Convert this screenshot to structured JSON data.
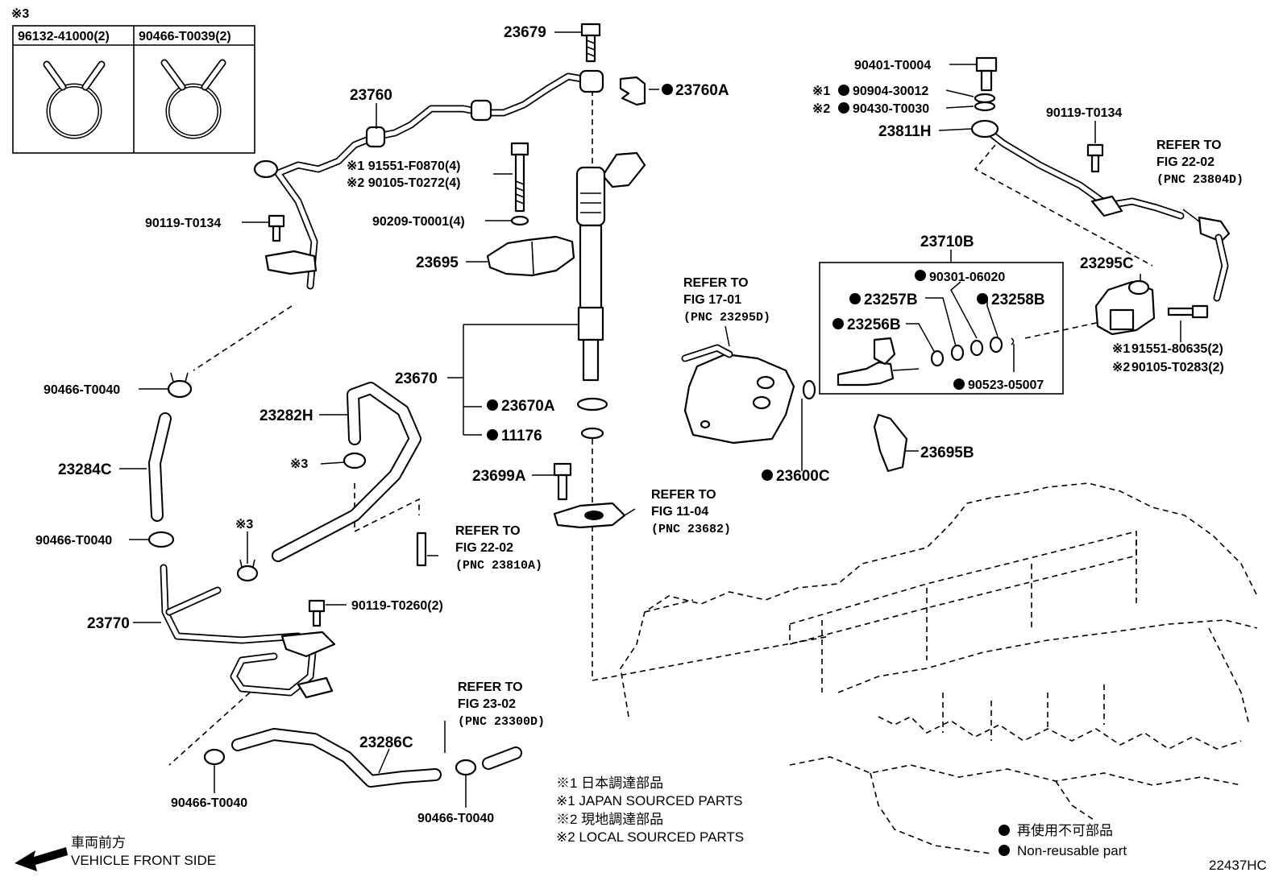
{
  "inset": {
    "mark": "※3",
    "left_part": "96132-41000(2)",
    "right_part": "90466-T0039(2)"
  },
  "parts": {
    "p23679": "23679",
    "p23760": "23760",
    "p23760A": "23760A",
    "p91551_F0870": "※1 91551-F0870(4)",
    "p90105_T0272": "※2 90105-T0272(4)",
    "p90209_T0001": "90209-T0001(4)",
    "p23695": "23695",
    "p90119_T0134_left": "90119-T0134",
    "p23670": "23670",
    "p23670A": "23670A",
    "p11176": "11176",
    "p23699A": "23699A",
    "p23282H": "23282H",
    "p90466_T0040_a": "90466-T0040",
    "p23284C": "23284C",
    "p90466_T0040_b": "90466-T0040",
    "p23770": "23770",
    "p90119_T0260": "90119-T0260(2)",
    "p23286C": "23286C",
    "p90466_T0040_c": "90466-T0040",
    "p90466_T0040_d": "90466-T0040",
    "p90401_T0004": "90401-T0004",
    "p90904_30012": "90904-30012",
    "p90430_T0030": "90430-T0030",
    "p23811H": "23811H",
    "p90119_T0134_right": "90119-T0134",
    "p23710B": "23710B",
    "p90301_06020": "90301-06020",
    "p23257B": "23257B",
    "p23258B": "23258B",
    "p23256B": "23256B",
    "p90523_05007": "90523-05007",
    "p23295C": "23295C",
    "p91551_80635": "91551-80635(2)",
    "p90105_T0283": "90105-T0283(2)",
    "p23695B": "23695B",
    "p23600C": "23600C",
    "mark1": "※1",
    "mark2": "※2",
    "mark3": "※3"
  },
  "refers": {
    "r1": {
      "line1": "REFER TO",
      "line2": "FIG 17-01",
      "line3": "(PNC 23295D)"
    },
    "r2": {
      "line1": "REFER TO",
      "line2": "FIG 22-02",
      "line3": "(PNC 23804D)"
    },
    "r3": {
      "line1": "REFER TO",
      "line2": "FIG 11-04",
      "line3": "(PNC 23682)"
    },
    "r4": {
      "line1": "REFER TO",
      "line2": "FIG 22-02",
      "line3": "(PNC 23810A)"
    },
    "r5": {
      "line1": "REFER TO",
      "line2": "FIG 23-02",
      "line3": "(PNC 23300D)"
    }
  },
  "notes": {
    "n1_jp": "※1  日本調達部品",
    "n1_en": "※1  JAPAN SOURCED PARTS",
    "n2_jp": "※2  現地調達部品",
    "n2_en": "※2  LOCAL SOURCED PARTS"
  },
  "legend": {
    "jp": "再使用不可部品",
    "en": "Non-reusable part"
  },
  "direction": {
    "jp": "車両前方",
    "en": "VEHICLE FRONT SIDE"
  },
  "figure_code": "22437HC"
}
